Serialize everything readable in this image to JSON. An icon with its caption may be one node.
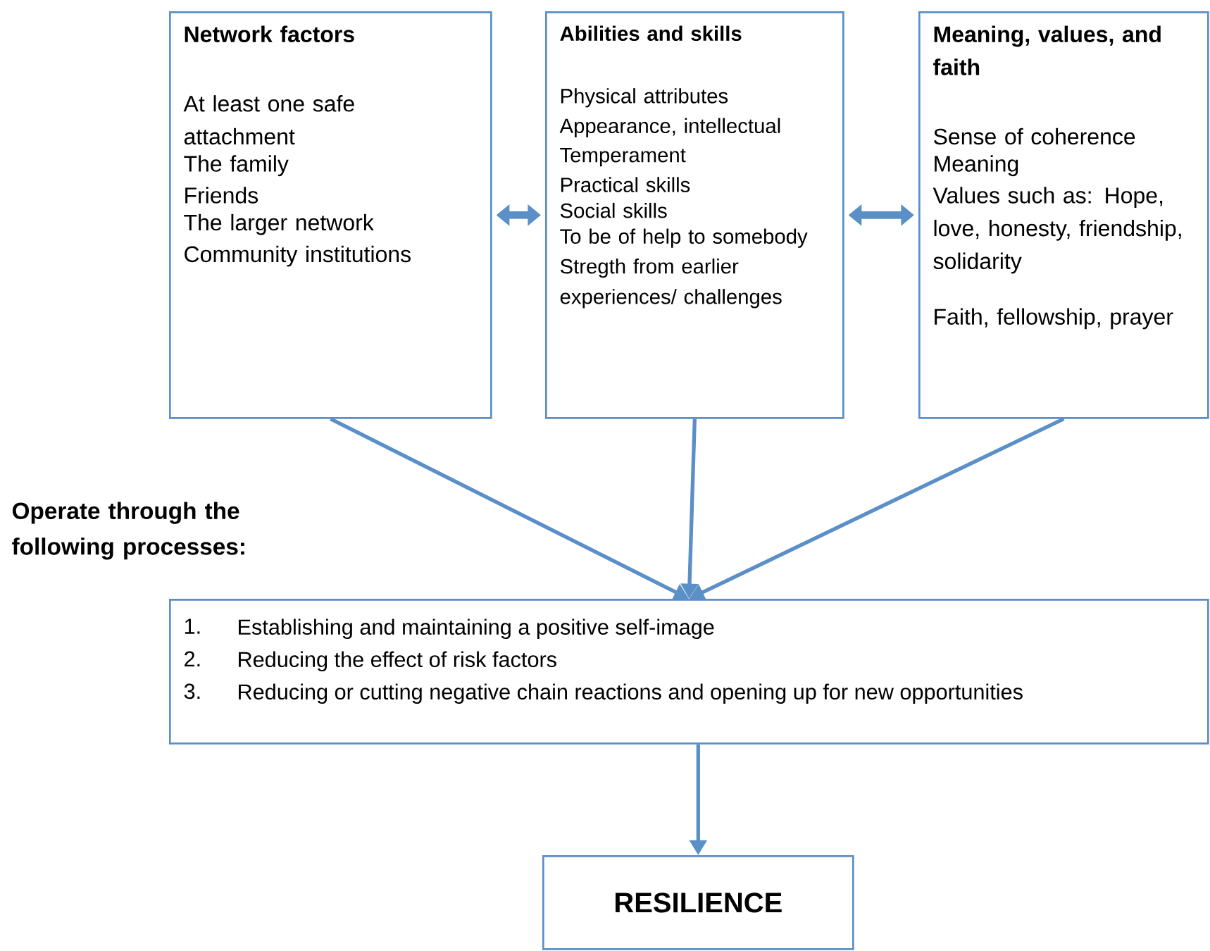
{
  "diagram": {
    "nodes": [
      {
        "text": [
          "Network factors",
          "At least one safe attachment",
          "The family",
          "Friends",
          "The larger network",
          "Community institutions"
        ]
      },
      {
        "text": [
          "Abilities and skills",
          "Physical attributes",
          "Appearance, intellectual",
          "Temperament",
          "Practical skills",
          "Social skills",
          "To be of help to somebody",
          "Stregth from earlier experiences/ challenges"
        ]
      },
      {
        "text": [
          "Meaning, values, and faith",
          "Sense of coherence",
          "Meaning",
          "Values such as: Hope, love, honesty, friendship, solidarity",
          "Faith, fellowship, prayer"
        ]
      },
      {
        "text": [
          "1.",
          "Establishing and maintaining a positive self-image",
          "2.",
          "Reducing the effect of risk factors",
          "3.",
          "Reducing or cutting negative chain reactions and opening up for new opportunities"
        ]
      },
      {
        "text": [
          "RESILIENCE"
        ]
      }
    ],
    "edges": [
      {
        "from": 0,
        "to": 1,
        "arrow": "both",
        "style": "thick"
      },
      {
        "from": 1,
        "to": 2,
        "arrow": "both",
        "style": "thick"
      },
      {
        "from": 0,
        "to": 3,
        "arrow": "to"
      },
      {
        "from": 1,
        "to": 3,
        "arrow": "to"
      },
      {
        "from": 2,
        "to": 3,
        "arrow": "to"
      },
      {
        "from": 3,
        "to": 4,
        "arrow": "to"
      }
    ],
    "labels": [
      "Operate through the following processes:"
    ]
  }
}
